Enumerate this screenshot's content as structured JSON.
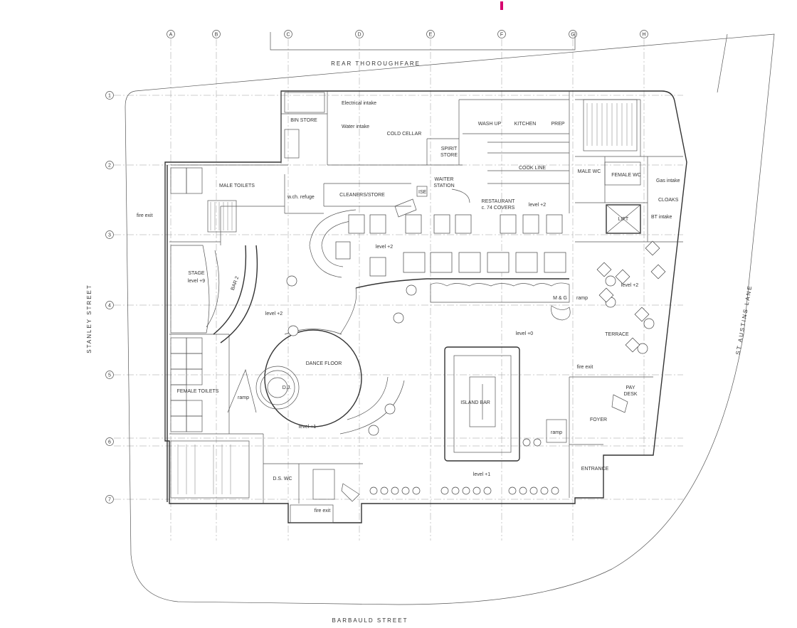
{
  "accent_color": "#d6006e",
  "streets": {
    "rear": "REAR THOROUGHFARE",
    "west": "STANLEY STREET",
    "east": "ST AUSTINS LANE",
    "south": "BARBAULD STREET"
  },
  "grid": {
    "columns": [
      "A",
      "B",
      "C",
      "D",
      "E",
      "F",
      "G",
      "H"
    ],
    "rows": [
      "1",
      "2",
      "3",
      "4",
      "5",
      "6",
      "7"
    ]
  },
  "rooms": {
    "bin_store": "BIN STORE",
    "electrical_intake": "Electrical intake",
    "water_intake": "Water intake",
    "cold_cellar": "COLD CELLAR",
    "spirit_store_1": "SPIRIT",
    "spirit_store_2": "STORE",
    "wash_up": "WASH UP",
    "kitchen": "KITCHEN",
    "prep": "PREP",
    "cook_line": "COOK LINE",
    "male_toilets": "MALE TOILETS",
    "wch_refuge": "w.ch. refuge",
    "cleaners_store": "CLEANERS/STORE",
    "waiter_station_1": "WAITER",
    "waiter_station_2": "STATION",
    "ise": "ISE",
    "restaurant_1": "RESTAURANT",
    "restaurant_2": "c. 74 COVERS",
    "restaurant_level": "level +2",
    "male_wc": "MALE WC",
    "female_wc": "FEMALE WC",
    "gas_intake": "Gas intake",
    "cloaks": "CLOAKS",
    "bt_intake": "BT intake",
    "lift": "LIFT",
    "fire_exit_w": "fire exit",
    "stage": "STAGE",
    "stage_level": "level +9",
    "bar_2": "BAR 2",
    "upper_level": "level +2",
    "mid_level": "level +2",
    "dance_floor": "DANCE FLOOR",
    "dj": "D.J.",
    "ramp_1": "ramp",
    "female_toilets": "FEMALE TOILETS",
    "level_plus1_a": "level +1",
    "island_bar": "ISLAND BAR",
    "level_plus0": "level +0",
    "m_and_g": "M & G",
    "ramp_2": "ramp",
    "terrace_level": "level +2",
    "terrace": "TERRACE",
    "fire_exit_e": "fire exit",
    "pay_desk_1": "PAY",
    "pay_desk_2": "DESK",
    "foyer": "FOYER",
    "ramp_3": "ramp",
    "entrance": "ENTRANCE",
    "level_plus1_b": "level +1",
    "dis_wc": "D.S. WC",
    "fire_exit_s": "fire exit"
  }
}
